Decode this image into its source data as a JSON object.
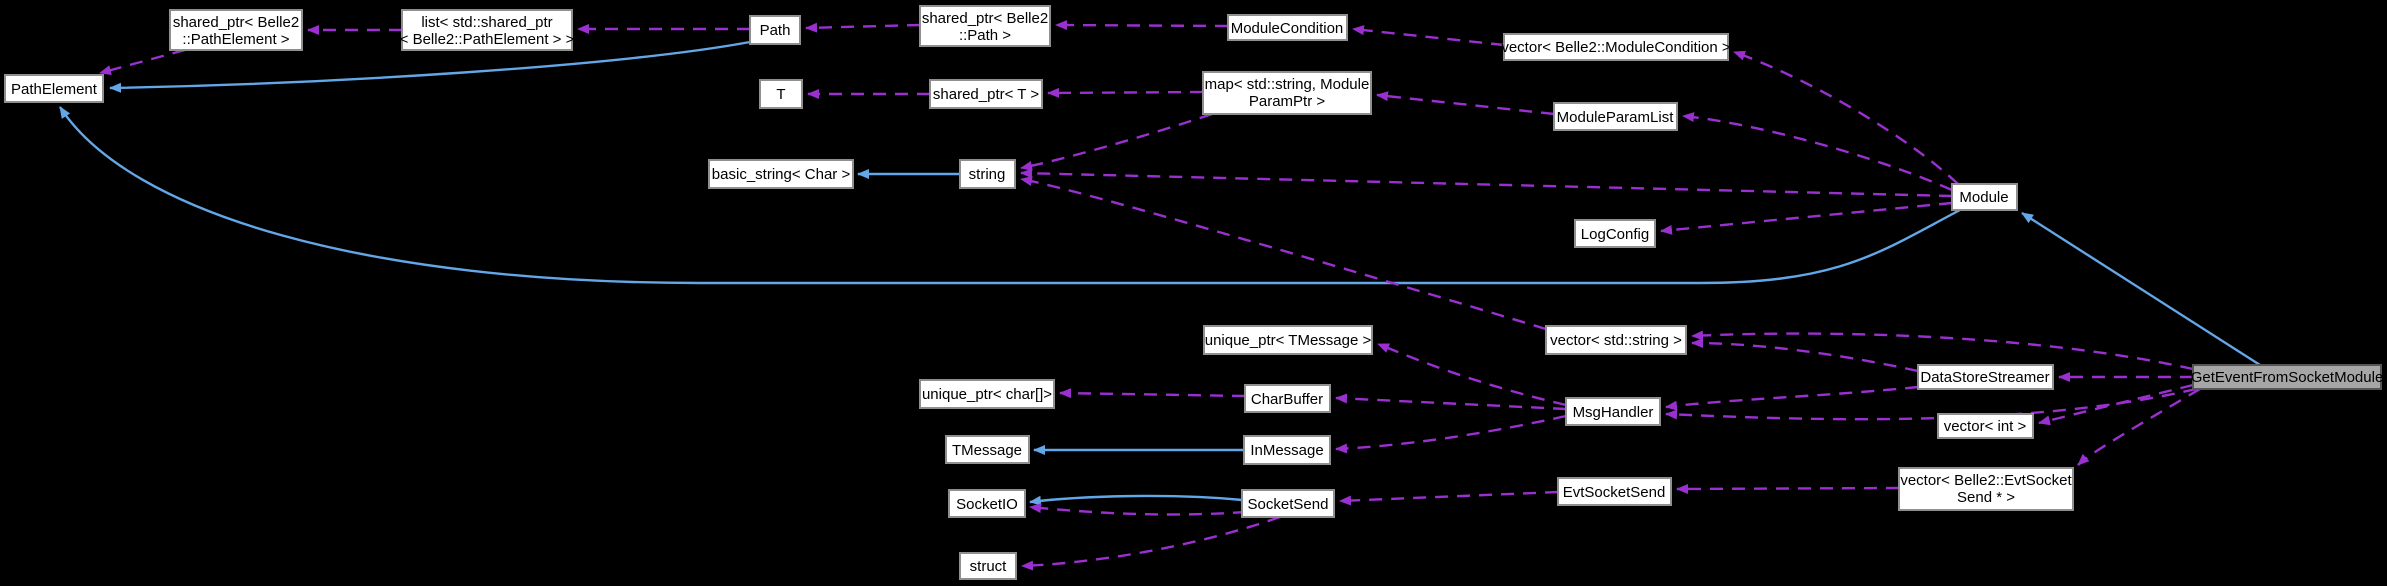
{
  "diagram": {
    "kind": "collaboration-graph",
    "colors": {
      "background": "#000000",
      "node_fill": "#ffffff",
      "node_border": "#8f8f8f",
      "node_text": "#000000",
      "highlight_fill": "#a6a6a6",
      "highlight_border": "#565656",
      "edge_inherit": "#63a7e8",
      "edge_usage": "#9b30d0"
    },
    "nodes": {
      "path_element": {
        "label": "PathElement"
      },
      "shared_ptr_pathelement": {
        "line1": "shared_ptr< Belle2",
        "line2": "::PathElement >"
      },
      "list_shared_ptr": {
        "line1": "list< std::shared_ptr",
        "line2": "< Belle2::PathElement > >"
      },
      "path": {
        "label": "Path"
      },
      "shared_ptr_path": {
        "line1": "shared_ptr< Belle2",
        "line2": "::Path >"
      },
      "module_condition": {
        "label": "ModuleCondition"
      },
      "vector_module_condition": {
        "label": "vector< Belle2::ModuleCondition >"
      },
      "t": {
        "label": "T"
      },
      "shared_ptr_t": {
        "label": "shared_ptr< T >"
      },
      "map_module_param": {
        "line1": "map< std::string, Module",
        "line2": "ParamPtr >"
      },
      "module_param_list": {
        "label": "ModuleParamList"
      },
      "basic_string": {
        "label": "basic_string< Char >"
      },
      "string": {
        "label": "string"
      },
      "log_config": {
        "label": "LogConfig"
      },
      "module": {
        "label": "Module"
      },
      "unique_ptr_tmessage": {
        "label": "unique_ptr< TMessage >"
      },
      "vector_string": {
        "label": "vector< std::string >"
      },
      "unique_ptr_char": {
        "label": "unique_ptr< char[]>"
      },
      "char_buffer": {
        "label": "CharBuffer"
      },
      "msg_handler": {
        "label": "MsgHandler"
      },
      "data_store_streamer": {
        "label": "DataStoreStreamer"
      },
      "vector_int": {
        "label": "vector< int >"
      },
      "get_event_from_socket_module": {
        "label": "GetEventFromSocketModule"
      },
      "tmessage": {
        "label": "TMessage"
      },
      "in_message": {
        "label": "InMessage"
      },
      "socket_io": {
        "label": "SocketIO"
      },
      "socket_send": {
        "label": "SocketSend"
      },
      "struct_node": {
        "label": "struct"
      },
      "evt_socket_send": {
        "label": "EvtSocketSend"
      },
      "vector_evt_socket_send": {
        "line1": "vector< Belle2::EvtSocket",
        "line2": "Send * >"
      }
    },
    "edges": [
      {
        "from": "Path",
        "to": "PathElement",
        "type": "inheritance"
      },
      {
        "from": "Module",
        "to": "PathElement",
        "type": "inheritance"
      },
      {
        "from": "GetEventFromSocketModule",
        "to": "Module",
        "type": "inheritance"
      },
      {
        "from": "string",
        "to": "basic_string< Char >",
        "type": "inheritance"
      },
      {
        "from": "InMessage",
        "to": "TMessage",
        "type": "inheritance"
      },
      {
        "from": "SocketSend",
        "to": "SocketIO",
        "type": "inheritance"
      },
      {
        "from": "shared_ptr< Belle2::PathElement >",
        "to": "PathElement",
        "type": "usage"
      },
      {
        "from": "list< std::shared_ptr< Belle2::PathElement > >",
        "to": "shared_ptr< Belle2::PathElement >",
        "type": "usage"
      },
      {
        "from": "Path",
        "to": "list< std::shared_ptr< Belle2::PathElement > >",
        "type": "usage"
      },
      {
        "from": "shared_ptr< Belle2::Path >",
        "to": "Path",
        "type": "usage"
      },
      {
        "from": "ModuleCondition",
        "to": "shared_ptr< Belle2::Path >",
        "type": "usage"
      },
      {
        "from": "vector< Belle2::ModuleCondition >",
        "to": "ModuleCondition",
        "type": "usage"
      },
      {
        "from": "Module",
        "to": "vector< Belle2::ModuleCondition >",
        "type": "usage"
      },
      {
        "from": "ModuleParamList",
        "to": "map< std::string, ModuleParamPtr >",
        "type": "usage"
      },
      {
        "from": "map< std::string, ModuleParamPtr >",
        "to": "shared_ptr< T >",
        "type": "usage"
      },
      {
        "from": "shared_ptr< T >",
        "to": "T",
        "type": "usage"
      },
      {
        "from": "Module",
        "to": "ModuleParamList",
        "type": "usage"
      },
      {
        "from": "map< std::string, ModuleParamPtr >",
        "to": "string",
        "type": "usage"
      },
      {
        "from": "Module",
        "to": "string",
        "type": "usage"
      },
      {
        "from": "vector< std::string >",
        "to": "string",
        "type": "usage"
      },
      {
        "from": "Module",
        "to": "LogConfig",
        "type": "usage"
      },
      {
        "from": "GetEventFromSocketModule",
        "to": "vector< std::string >",
        "type": "usage"
      },
      {
        "from": "DataStoreStreamer",
        "to": "vector< std::string >",
        "type": "usage"
      },
      {
        "from": "GetEventFromSocketModule",
        "to": "DataStoreStreamer",
        "type": "usage"
      },
      {
        "from": "DataStoreStreamer",
        "to": "MsgHandler",
        "type": "usage"
      },
      {
        "from": "GetEventFromSocketModule",
        "to": "MsgHandler",
        "type": "usage"
      },
      {
        "from": "GetEventFromSocketModule",
        "to": "vector< int >",
        "type": "usage"
      },
      {
        "from": "GetEventFromSocketModule",
        "to": "vector< Belle2::EvtSocketSend * >",
        "type": "usage"
      },
      {
        "from": "vector< Belle2::EvtSocketSend * >",
        "to": "EvtSocketSend",
        "type": "usage"
      },
      {
        "from": "EvtSocketSend",
        "to": "SocketSend",
        "type": "usage"
      },
      {
        "from": "MsgHandler",
        "to": "unique_ptr< TMessage >",
        "type": "usage"
      },
      {
        "from": "MsgHandler",
        "to": "CharBuffer",
        "type": "usage"
      },
      {
        "from": "MsgHandler",
        "to": "InMessage",
        "type": "usage"
      },
      {
        "from": "CharBuffer",
        "to": "unique_ptr< char[]>",
        "type": "usage"
      },
      {
        "from": "SocketSend",
        "to": "SocketIO",
        "type": "usage"
      },
      {
        "from": "SocketSend",
        "to": "struct",
        "type": "usage"
      }
    ]
  }
}
